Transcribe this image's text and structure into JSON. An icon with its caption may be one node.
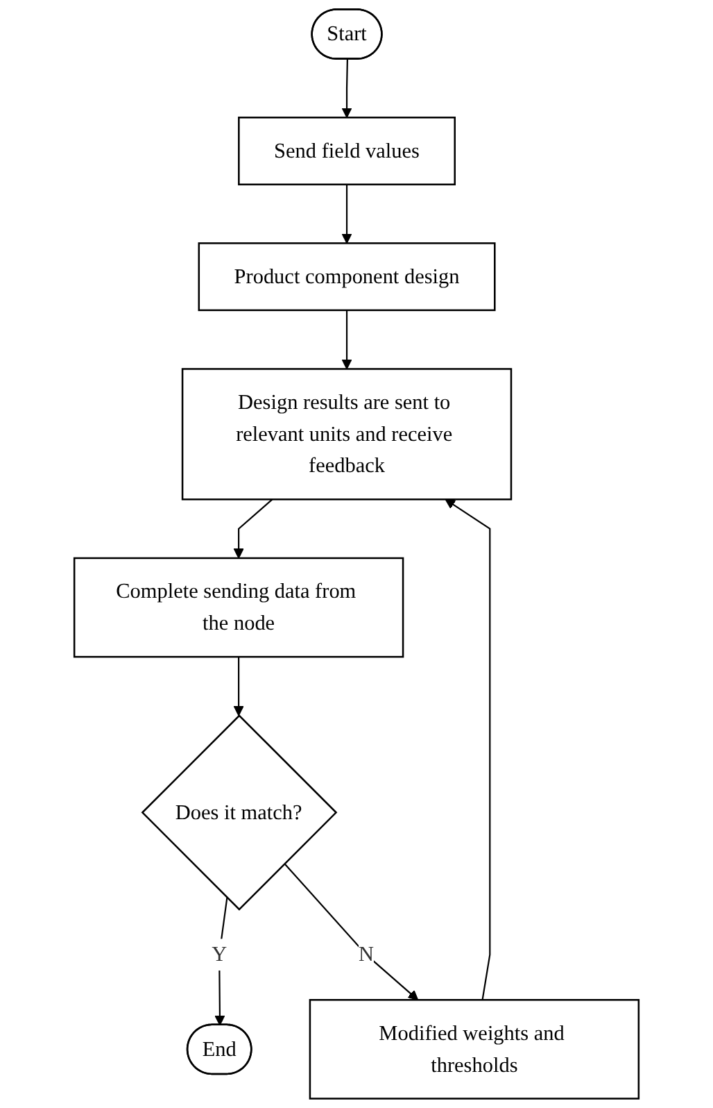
{
  "diagram": {
    "nodes": [
      {
        "text": [
          "Start"
        ]
      },
      {
        "text": [
          "Send field values"
        ]
      },
      {
        "text": [
          "Product component design"
        ]
      },
      {
        "text": [
          "Design results are sent to relevant units and receive feedback"
        ]
      },
      {
        "text": [
          "Complete sending data from the node"
        ]
      },
      {
        "text": [
          "Does it match?"
        ]
      },
      {
        "text": [
          "End"
        ]
      },
      {
        "text": [
          "Modified weights and thresholds"
        ]
      }
    ],
    "edges": [
      {
        "from": 0,
        "to": 1,
        "arrow": "to"
      },
      {
        "from": 1,
        "to": 2,
        "arrow": "to"
      },
      {
        "from": 2,
        "to": 3,
        "arrow": "to"
      },
      {
        "from": 3,
        "to": 4,
        "arrow": "to"
      },
      {
        "from": 4,
        "to": 5,
        "arrow": "to"
      },
      {
        "from": 5,
        "to": 6,
        "arrow": "to",
        "label": "Y"
      },
      {
        "from": 5,
        "to": 7,
        "arrow": "to",
        "label": "N"
      },
      {
        "from": 7,
        "to": 3,
        "arrow": "to"
      }
    ]
  }
}
